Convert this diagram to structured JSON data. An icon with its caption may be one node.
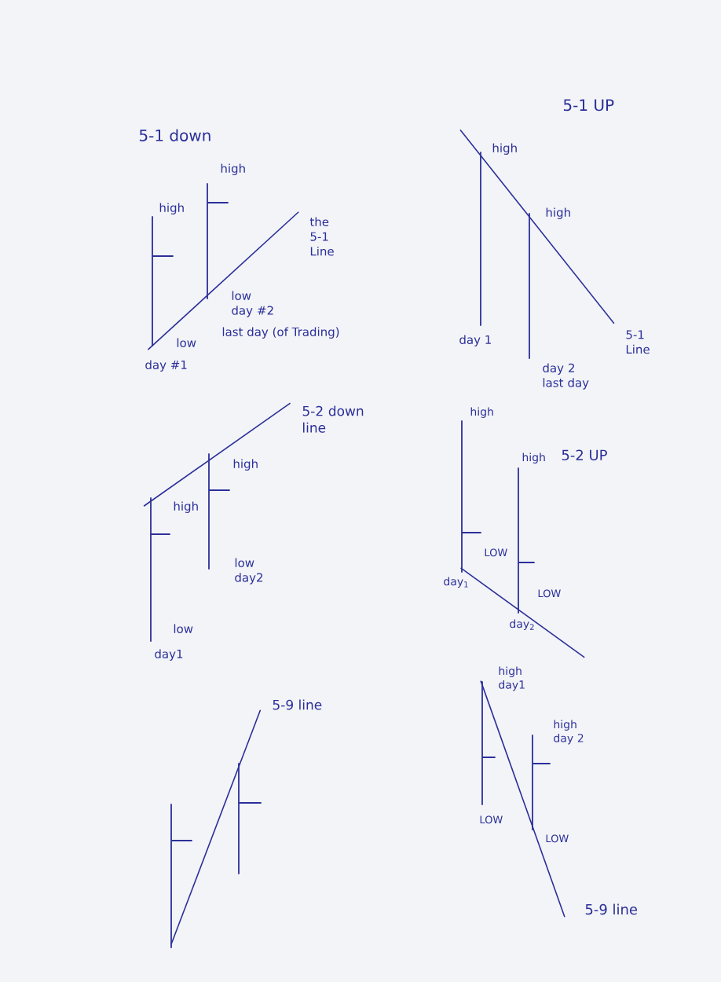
{
  "diagram": {
    "nodes": [
      {
        "text": [],
        "shape": "bar",
        "beside": [
          "high",
          "low",
          "day #1"
        ]
      },
      {
        "text": [],
        "shape": "bar",
        "beside": [
          "high",
          "low day #2",
          "last day (of Trading)"
        ]
      },
      {
        "text": [],
        "shape": "bar",
        "beside": [
          "high",
          "day 1"
        ]
      },
      {
        "text": [],
        "shape": "bar",
        "beside": [
          "high",
          "day 2 last day"
        ]
      },
      {
        "text": [],
        "shape": "bar",
        "beside": [
          "high",
          "low",
          "day1"
        ]
      },
      {
        "text": [],
        "shape": "bar",
        "beside": [
          "high",
          "low day2"
        ]
      },
      {
        "text": [],
        "shape": "bar",
        "beside": [
          "high",
          "LOW",
          "day$_{1}$"
        ]
      },
      {
        "text": [],
        "shape": "bar",
        "beside": [
          "high",
          "LOW",
          "day$_{2}$"
        ]
      },
      {
        "text": [],
        "shape": "bar"
      },
      {
        "text": [],
        "shape": "bar"
      },
      {
        "text": [],
        "shape": "bar",
        "beside": [
          "high day1",
          "LOW"
        ]
      },
      {
        "text": [],
        "shape": "bar",
        "beside": [
          "high day 2",
          "LOW"
        ]
      }
    ],
    "edges": [
      {
        "from": 0,
        "to": 1,
        "arrow": "none"
      },
      {
        "from": 2,
        "to": 3,
        "arrow": "none"
      },
      {
        "from": 4,
        "to": 5,
        "arrow": "none"
      },
      {
        "from": 6,
        "to": 7,
        "arrow": "none"
      },
      {
        "from": 8,
        "to": 9,
        "arrow": "none"
      },
      {
        "from": 10,
        "to": 11,
        "arrow": "none"
      }
    ],
    "labels": [
      "5-1 down",
      "the 5-1 Line",
      "5-1 UP",
      "5-1 Line",
      "5-2 down line",
      "5-2 UP",
      "5-9 line",
      "5-9 line"
    ]
  }
}
